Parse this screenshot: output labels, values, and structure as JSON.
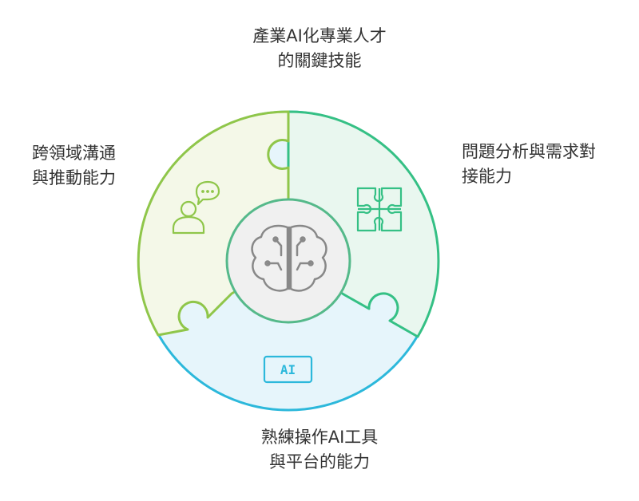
{
  "labels": {
    "top": {
      "line1": "產業AI化專業人才",
      "line2": "的關鍵技能"
    },
    "left": {
      "line1": "跨領域溝通",
      "line2": "與推動能力"
    },
    "right": {
      "line1": "問題分析與需求對",
      "line2": "接能力"
    },
    "bottom": {
      "line1": "熟練操作AI工具",
      "line2": "與平台的能力"
    }
  },
  "icon_text": {
    "ai_badge": "AI"
  },
  "icons": {
    "left": "person-speech-icon",
    "right": "puzzle-icon",
    "bottom": "ai-chip-icon",
    "center": "brain-circuit-icon"
  },
  "colors": {
    "left_fill": "#f4f8e8",
    "left_stroke": "#8fc64a",
    "right_fill": "#e9f7ef",
    "right_stroke": "#35c085",
    "bottom_fill": "#e6f5fb",
    "bottom_stroke": "#2cb8db",
    "center_fill": "#f0f0f0",
    "center_stroke": "#55b98a",
    "brain_stroke": "#888888",
    "text": "#333333"
  }
}
